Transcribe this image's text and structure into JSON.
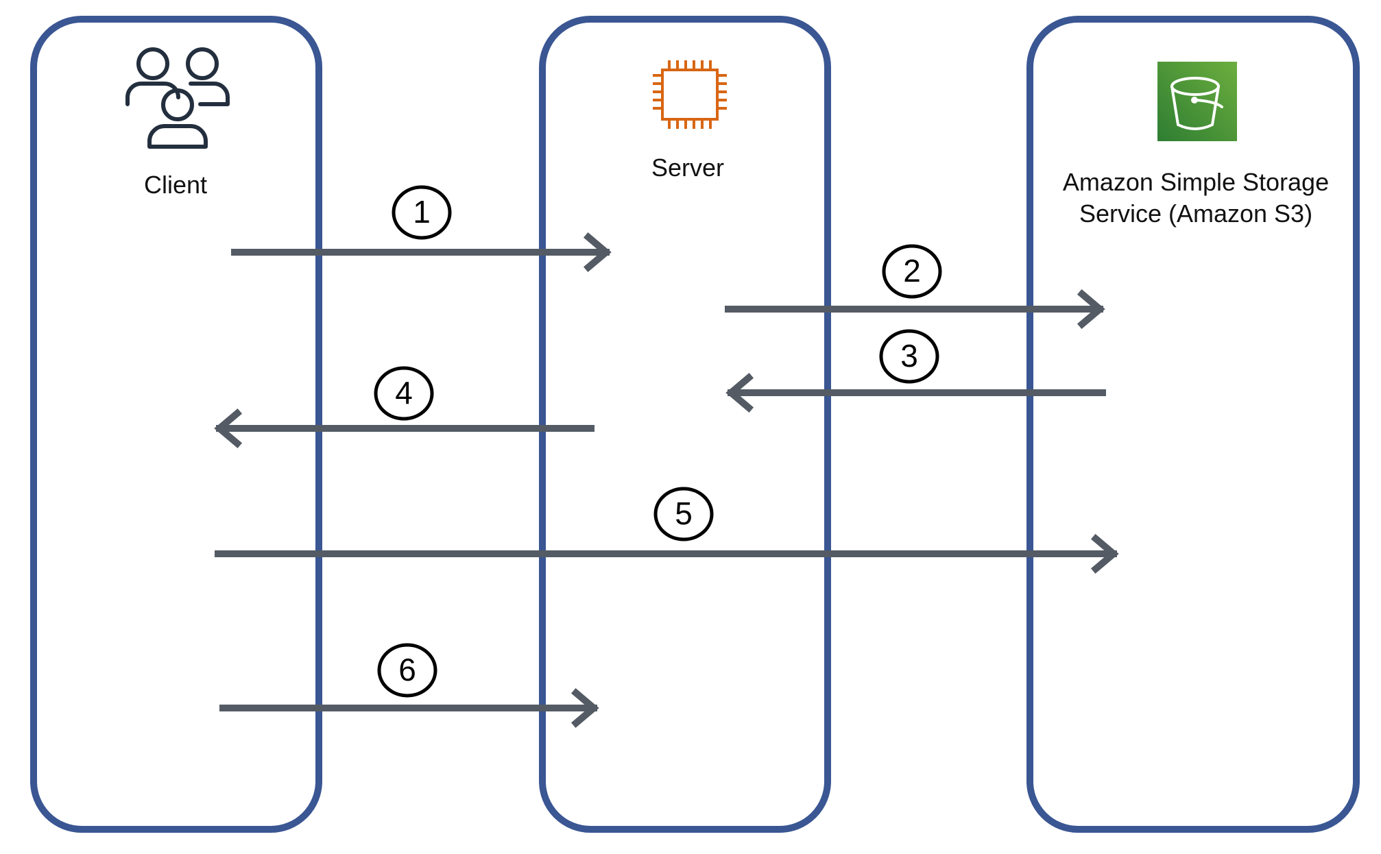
{
  "lanes": {
    "client": {
      "label": "Client",
      "icon": "users-icon"
    },
    "server": {
      "label": "Server",
      "icon": "ec2-chip-icon"
    },
    "storage": {
      "label_line1": "Amazon Simple Storage",
      "label_line2": "Service (Amazon S3)",
      "icon": "s3-bucket-icon"
    }
  },
  "steps": [
    {
      "number": "1",
      "from": "client",
      "to": "server"
    },
    {
      "number": "2",
      "from": "server",
      "to": "storage"
    },
    {
      "number": "3",
      "from": "storage",
      "to": "server"
    },
    {
      "number": "4",
      "from": "server",
      "to": "client"
    },
    {
      "number": "5",
      "from": "client",
      "to": "storage"
    },
    {
      "number": "6",
      "from": "client",
      "to": "server"
    }
  ],
  "colors": {
    "lane_border": "#3a5693",
    "arrow": "#545b64",
    "step_ring": "#000000",
    "chip": "#d86613",
    "s3_light": "#6cae3e",
    "s3_dark": "#2e7d32",
    "users_icon": "#232f3e"
  }
}
